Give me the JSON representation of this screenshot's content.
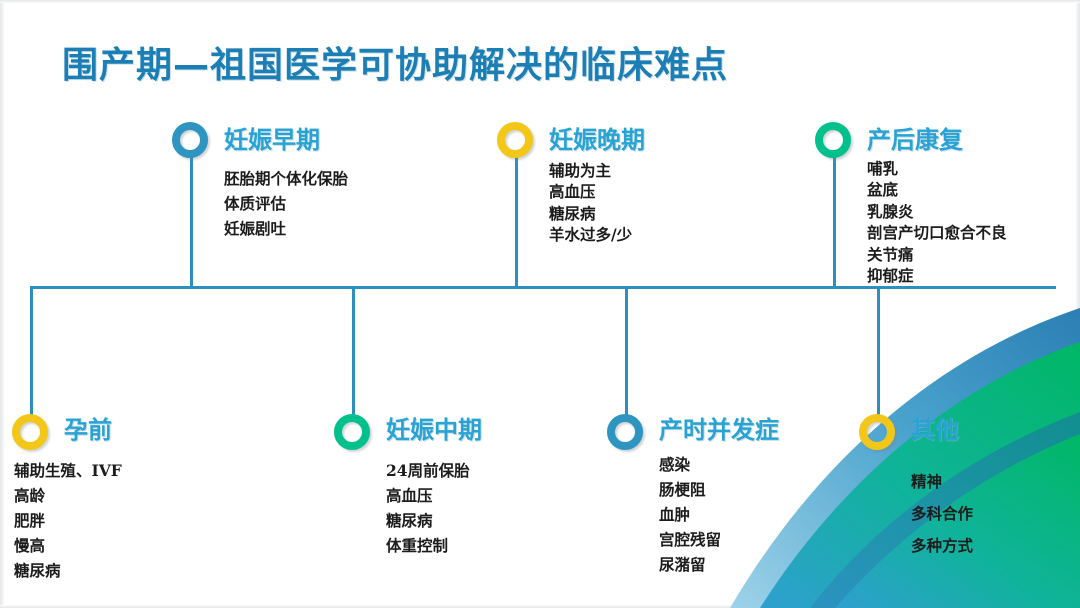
{
  "slide": {
    "title": "围产期—祖国医学可协助解决的临床难点",
    "title_color": "#1b7fb5",
    "background": "#ffffff",
    "axis_color": "#2d8fbd",
    "heading_color": "#29a3d4",
    "body_text_color": "#1c1c1c",
    "marker_colors": {
      "blue": "#2e94c0",
      "yellow": "#f2c718",
      "green": "#00c08b"
    },
    "wave_colors": {
      "light_blue": "#8ec8e4",
      "mid_blue": "#3f9ecb",
      "deep_blue": "#1e6fa8",
      "teal": "#17b09a",
      "green": "#00b86b"
    }
  },
  "nodes": {
    "top": [
      {
        "id": "pregnancy-early",
        "title": "妊娠早期",
        "marker": "blue",
        "items": [
          "胚胎期个体化保胎",
          "体质评估",
          "妊娠剧吐"
        ]
      },
      {
        "id": "pregnancy-late",
        "title": "妊娠晚期",
        "marker": "yellow",
        "items": [
          "辅助为主",
          "高血压",
          "糖尿病",
          "羊水过多/少"
        ]
      },
      {
        "id": "postpartum-rehab",
        "title": "产后康复",
        "marker": "green",
        "items": [
          "哺乳",
          "盆底",
          "乳腺炎",
          "剖宫产切口愈合不良",
          "关节痛",
          "抑郁症"
        ]
      }
    ],
    "bottom": [
      {
        "id": "pre-pregnancy",
        "title": "孕前",
        "marker": "yellow",
        "items": [
          "辅助生殖、IVF",
          "高龄",
          "肥胖",
          "慢高",
          "糖尿病"
        ]
      },
      {
        "id": "pregnancy-mid",
        "title": "妊娠中期",
        "marker": "green",
        "items": [
          "24周前保胎",
          "高血压",
          "糖尿病",
          "体重控制"
        ]
      },
      {
        "id": "intrapartum-complications",
        "title": "产时并发症",
        "marker": "blue",
        "items": [
          "感染",
          "肠梗阻",
          "血肿",
          "宫腔残留",
          "尿潴留"
        ]
      },
      {
        "id": "other",
        "title": "其他",
        "marker": "yellow",
        "items": [
          "精神",
          "多科合作",
          "多种方式"
        ]
      }
    ]
  }
}
